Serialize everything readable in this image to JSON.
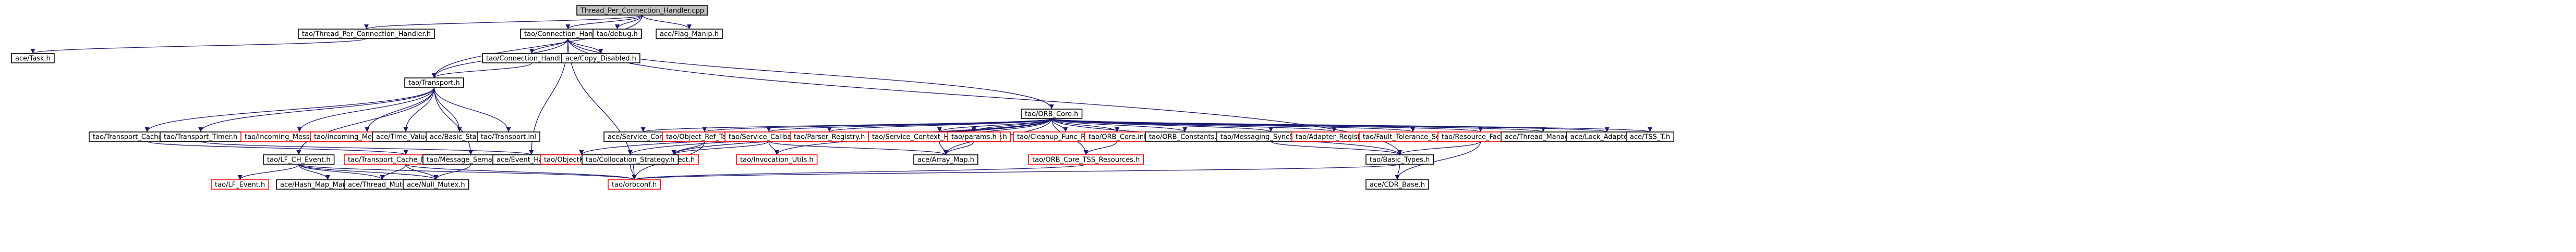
{
  "colors": {
    "root_fill": "#bfbfbf",
    "node_fill": "#ffffff",
    "node_border_normal": "#000000",
    "node_border_missing": "#ff0000",
    "edge": "#191970",
    "text": "#000000"
  },
  "graph": {
    "nodes": [
      {
        "id": "root",
        "label": "Thread_Per_Connection_Handler.cpp",
        "style": "root"
      },
      {
        "id": "tpch_h",
        "label": "tao/Thread_Per_Connection_Handler.h",
        "style": "normal"
      },
      {
        "id": "conn_h",
        "label": "tao/Connection_Handler.h",
        "style": "normal"
      },
      {
        "id": "debug_h",
        "label": "tao/debug.h",
        "style": "normal"
      },
      {
        "id": "flag_h",
        "label": "ace/Flag_Manip.h",
        "style": "normal"
      },
      {
        "id": "task_h",
        "label": "ace/Task.h",
        "style": "normal"
      },
      {
        "id": "conn_inl",
        "label": "tao/Connection_Handler.inl",
        "style": "normal"
      },
      {
        "id": "copy_h",
        "label": "ace/Copy_Disabled.h",
        "style": "normal"
      },
      {
        "id": "transport_h",
        "label": "tao/Transport.h",
        "style": "normal"
      },
      {
        "id": "orb_core_h",
        "label": "tao/ORB_Core.h",
        "style": "normal"
      },
      {
        "id": "tcm_h",
        "label": "tao/Transport_Cache_Manager.h",
        "style": "normal"
      },
      {
        "id": "timer_h",
        "label": "tao/Transport_Timer.h",
        "style": "normal"
      },
      {
        "id": "imq_h",
        "label": "tao/Incoming_Message_Queue.h",
        "style": "missing"
      },
      {
        "id": "ims_h",
        "label": "tao/Incoming_Message_Stack.h",
        "style": "missing"
      },
      {
        "id": "timeval_h",
        "label": "ace/Time_Value.h",
        "style": "normal"
      },
      {
        "id": "basic_stats_h",
        "label": "ace/Basic_Stats.h",
        "style": "normal"
      },
      {
        "id": "transport_inl",
        "label": "tao/Transport.inl",
        "style": "normal"
      },
      {
        "id": "lfch_h",
        "label": "tao/LF_CH_Event.h",
        "style": "normal"
      },
      {
        "id": "tcmt_h",
        "label": "tao/Transport_Cache_Manager_T.h",
        "style": "missing"
      },
      {
        "id": "msgsem_h",
        "label": "tao/Message_Semantics.h",
        "style": "normal"
      },
      {
        "id": "evh_h",
        "label": "ace/Event_Handler.h",
        "style": "normal"
      },
      {
        "id": "lfevent_h",
        "label": "tao/LF_Event.h",
        "style": "missing"
      },
      {
        "id": "hashmap_h",
        "label": "ace/Hash_Map_Manager_T.h",
        "style": "normal"
      },
      {
        "id": "thrmutex_h",
        "label": "ace/Thread_Mutex.h",
        "style": "normal"
      },
      {
        "id": "nullmutex_h",
        "label": "ace/Null_Mutex.h",
        "style": "normal"
      },
      {
        "id": "orbconf_h",
        "label": "tao/orbconf.h",
        "style": "missing"
      },
      {
        "id": "svcconf_h",
        "label": "ace/Service_Config.h",
        "style": "normal"
      },
      {
        "id": "objref_h",
        "label": "tao/Object_Ref_Table.h",
        "style": "missing"
      },
      {
        "id": "objkey_h",
        "label": "tao/ObjectKey_Table.h",
        "style": "missing"
      },
      {
        "id": "svccb_h",
        "label": "tao/Service_Callbacks.h",
        "style": "missing"
      },
      {
        "id": "parser_h",
        "label": "tao/Parser_Registry.h",
        "style": "missing"
      },
      {
        "id": "sccreg_h",
        "label": "tao/Service_Context_Handler_Registry.h",
        "style": "missing"
      },
      {
        "id": "params_h",
        "label": "tao/params.h",
        "style": "missing"
      },
      {
        "id": "cleanup_h",
        "label": "tao/Cleanup_Func_Registry.h",
        "style": "missing"
      },
      {
        "id": "orbcore_inl",
        "label": "tao/ORB_Core.inl",
        "style": "missing"
      },
      {
        "id": "orbconst_h",
        "label": "tao/ORB_Constants.h",
        "style": "normal"
      },
      {
        "id": "msgsync_h",
        "label": "tao/Messaging_SyncScopeC.h",
        "style": "normal"
      },
      {
        "id": "adapter_h",
        "label": "tao/Adapter_Registry.h",
        "style": "missing"
      },
      {
        "id": "ftsvc_h",
        "label": "tao/Fault_Tolerance_Service.h",
        "style": "missing"
      },
      {
        "id": "resfact_h",
        "label": "tao/Resource_Factory.h",
        "style": "missing"
      },
      {
        "id": "thrmgr_h",
        "label": "ace/Thread_Manager.h",
        "style": "normal"
      },
      {
        "id": "lockadapt_h",
        "label": "ace/Lock_Adapter_T.h",
        "style": "normal"
      },
      {
        "id": "tss_h",
        "label": "ace/TSS_T.h",
        "style": "normal"
      },
      {
        "id": "object_h",
        "label": "tao/Object.h",
        "style": "missing"
      },
      {
        "id": "collocation_h",
        "label": "tao/Collocation_Strategy.h",
        "style": "normal"
      },
      {
        "id": "invocation_h",
        "label": "tao/Invocation_Utils.h",
        "style": "missing"
      },
      {
        "id": "arraymap_h",
        "label": "ace/Array_Map.h",
        "style": "normal"
      },
      {
        "id": "orbcore_tss_h",
        "label": "tao/ORB_Core_TSS_Resources.h",
        "style": "missing"
      },
      {
        "id": "basictypes_h",
        "label": "tao/Basic_Types.h",
        "style": "normal"
      },
      {
        "id": "cdrbase_h",
        "label": "ace/CDR_Base.h",
        "style": "normal"
      }
    ]
  }
}
